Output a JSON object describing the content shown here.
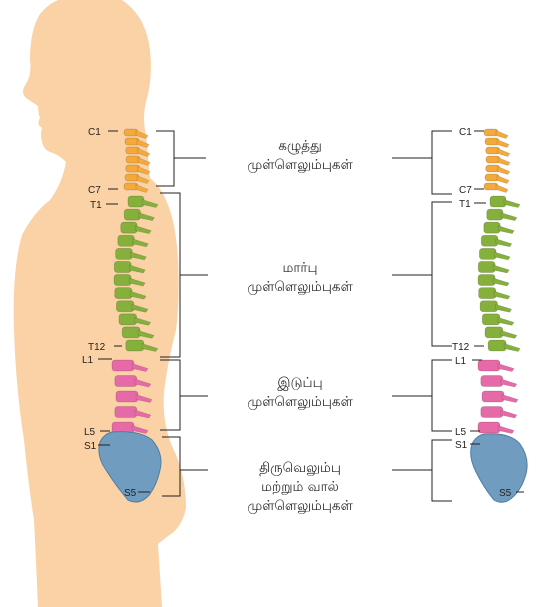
{
  "colors": {
    "skin": "#fbd2a6",
    "cervical": "#f4a93a",
    "thoracic": "#86b03c",
    "lumbar": "#e76aa8",
    "sacral": "#6f9cbf",
    "line": "#231f20"
  },
  "left_vertebra_labels": {
    "c1": "C1",
    "c7": "C7",
    "t1": "T1",
    "t12": "T12",
    "l1": "L1",
    "l5": "L5",
    "s1": "S1",
    "s5": "S5"
  },
  "right_vertebra_labels": {
    "c1": "C1",
    "c7": "C7",
    "t1": "T1",
    "t12": "T12",
    "l1": "L1",
    "l5": "L5",
    "s1": "S1",
    "s5": "S5"
  },
  "regions": {
    "cervical": {
      "line1": "கழுத்து",
      "line2": "முள்ளெலும்புகள்"
    },
    "thoracic": {
      "line1": "மார்பு",
      "line2": "முள்ளெலும்புகள்"
    },
    "lumbar": {
      "line1": "இடுப்பு",
      "line2": "முள்ளெலும்புகள்"
    },
    "sacral": {
      "line1": "திருவெலும்பு",
      "line2": "மற்றும் வால்",
      "line3": "முள்ளெலும்புகள்"
    }
  }
}
